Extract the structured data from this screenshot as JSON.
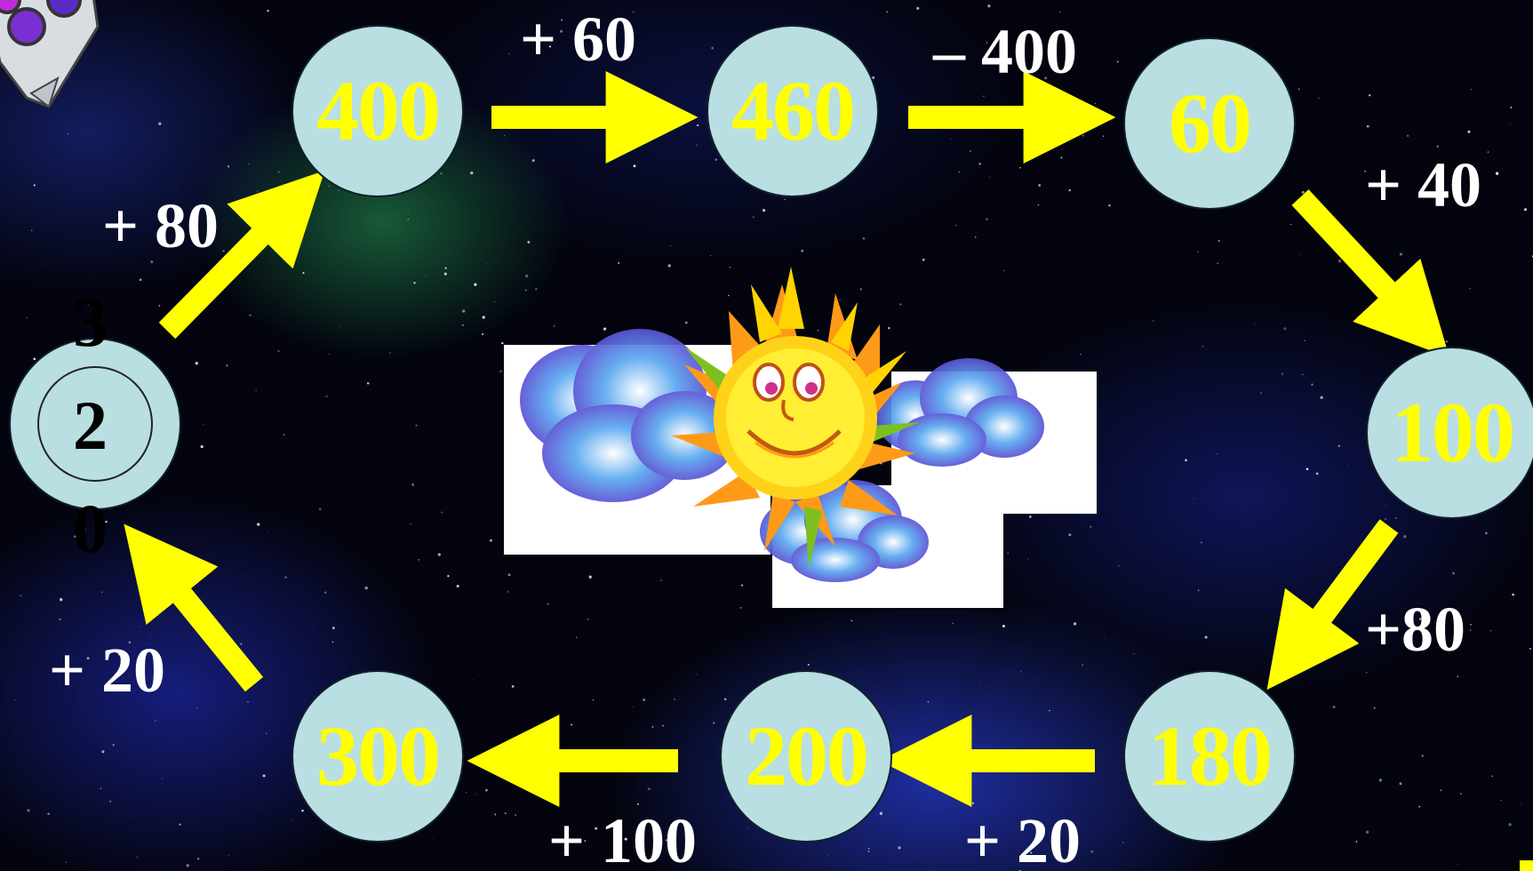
{
  "colors": {
    "node_fill": "#b9dfe2",
    "node_value": "#ffff00",
    "arrow": "#ffff00",
    "operation_text": "#ffffff",
    "background": "#03040e"
  },
  "start": {
    "digit_top": "3",
    "digit_mid": "2",
    "digit_bottom": "0"
  },
  "nodes": [
    {
      "value": "400"
    },
    {
      "value": "460"
    },
    {
      "value": "60"
    },
    {
      "value": "100"
    },
    {
      "value": "180"
    },
    {
      "value": "200"
    },
    {
      "value": "300"
    }
  ],
  "operations": [
    {
      "label": "+ 80"
    },
    {
      "label": "+ 60"
    },
    {
      "label": "– 400"
    },
    {
      "label": "+ 40"
    },
    {
      "label": "+80"
    },
    {
      "label": "+ 20"
    },
    {
      "label": "+ 100"
    },
    {
      "label": "+ 20"
    }
  ],
  "decorations": {
    "center_image": "sun-with-clouds-icon",
    "corner_image": "rocket-icon"
  }
}
